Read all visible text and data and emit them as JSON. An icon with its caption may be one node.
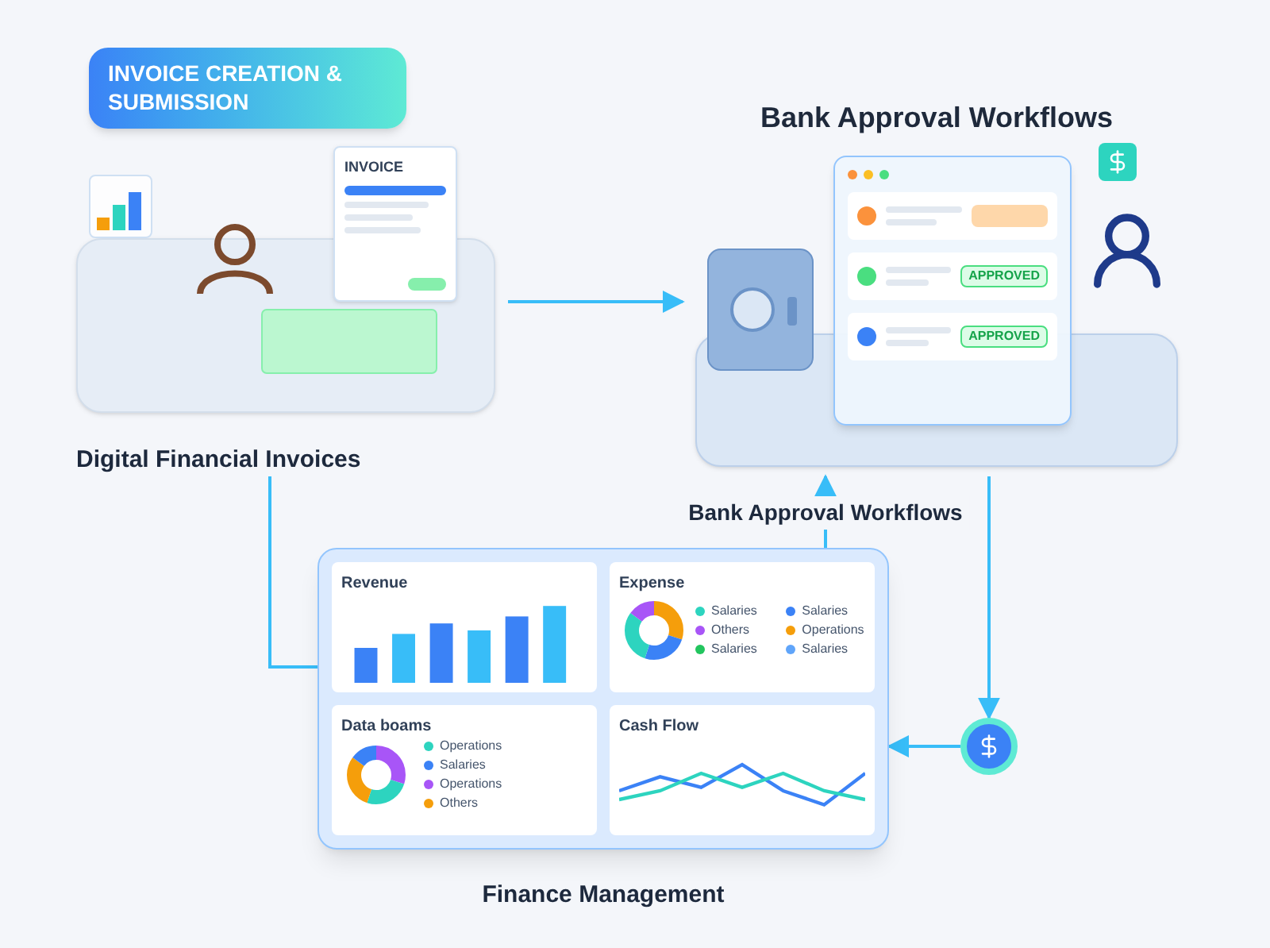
{
  "diagram": {
    "nodes": [
      {
        "text": [
          "INVOICE CREATION & SUBMISSION",
          "Digital Financial Invoices"
        ]
      },
      {
        "text": [
          "Bank Approval Workflows"
        ]
      },
      {
        "text": [],
        "shape": "circle"
      },
      {
        "text": [
          "Finance Management"
        ]
      }
    ],
    "edges": [
      {
        "from": 0,
        "to": 1,
        "arrow": "to"
      },
      {
        "from": 1,
        "to": 2,
        "arrow": "to"
      },
      {
        "from": 2,
        "to": 3,
        "arrow": "to"
      },
      {
        "from": 3,
        "to": 1,
        "arrow": "to",
        "label": "Bank Approval Workflows"
      },
      {
        "from": 0,
        "to": 3,
        "arrow": "none"
      }
    ],
    "labels": [
      "INVOICE",
      "APPROVED",
      "APPROVED",
      "Revenue",
      "Data boams",
      "Operations",
      "Salaries",
      "Operations",
      "Others",
      "Expense",
      "Salaries",
      "Salaries",
      "Others",
      "Operations",
      "Salaries",
      "Salaries",
      "Cash Flow"
    ]
  }
}
